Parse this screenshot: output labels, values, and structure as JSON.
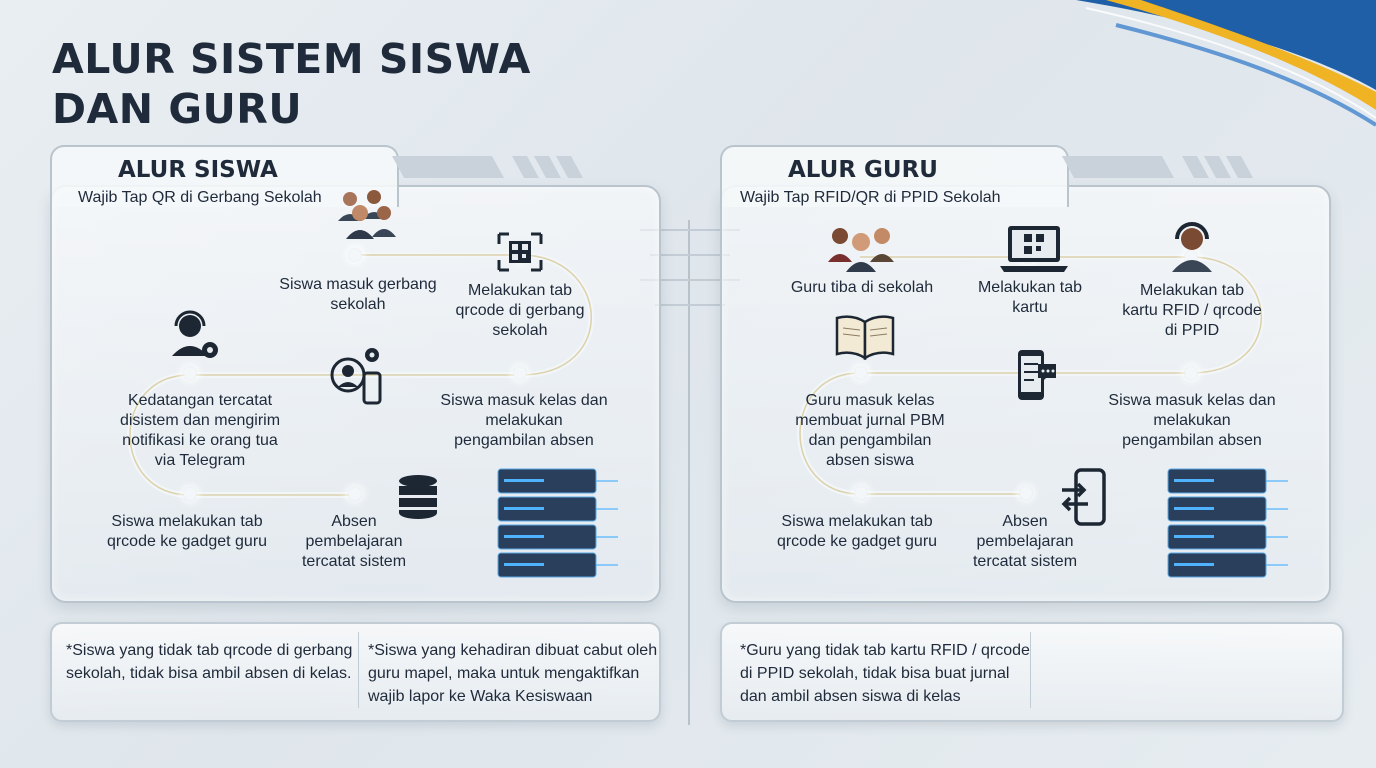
{
  "title": [
    "ALUR SISTEM SISWA",
    "DAN GURU"
  ],
  "siswa": {
    "heading": "ALUR SISWA",
    "subtitle": "Wajib Tap QR di Gerbang Sekolah",
    "steps": {
      "masuk_gerbang": [
        "Siswa masuk gerbang",
        "sekolah"
      ],
      "tab_qrcode": [
        "Melakukan tab",
        "qrcode di gerbang",
        "sekolah"
      ],
      "kedatangan": [
        "Kedatangan tercatat",
        "disistem dan mengirim",
        "notifikasi ke orang tua",
        "via Telegram"
      ],
      "masuk_kelas": [
        "Siswa masuk kelas dan",
        "melakukan",
        "pengambilan absen"
      ],
      "tab_gadget": [
        "Siswa melakukan tab",
        "qrcode ke gadget guru"
      ],
      "absen": [
        "Absen",
        "pembelajaran",
        "tercatat sistem"
      ]
    },
    "notes": [
      [
        "*Siswa yang tidak tab qrcode di gerbang",
        "sekolah, tidak bisa ambil absen di kelas."
      ],
      [
        "*Siswa yang kehadiran dibuat cabut oleh",
        "guru mapel, maka untuk mengaktifkan",
        "wajib lapor ke Waka Kesiswaan"
      ]
    ]
  },
  "guru": {
    "heading": "ALUR GURU",
    "subtitle": "Wajib Tap RFID/QR di PPID Sekolah",
    "steps": {
      "tiba": [
        "Guru tiba di sekolah"
      ],
      "tab_kartu": [
        "Melakukan tab",
        "kartu"
      ],
      "tab_rfid": [
        "Melakukan tab",
        "kartu RFID / qrcode",
        "di PPID"
      ],
      "jurnal": [
        "Guru masuk kelas",
        "membuat jurnal PBM",
        "dan pengambilan",
        "absen siswa"
      ],
      "masuk_kelas": [
        "Siswa masuk kelas dan",
        "melakukan",
        "pengambilan absen"
      ],
      "tab_gadget": [
        "Siswa melakukan tab",
        "qrcode ke gadget guru"
      ],
      "absen": [
        "Absen",
        "pembelajaran",
        "tercatat sistem"
      ]
    },
    "notes": [
      [
        "*Guru yang tidak tab kartu RFID / qrcode",
        "di PPID sekolah, tidak bisa buat jurnal",
        "dan ambil absen siswa di kelas"
      ]
    ]
  },
  "colors": {
    "accent_blue": "#1f5fa8",
    "accent_gold": "#f0b323",
    "title": "#1f2a3a",
    "glow": "#4fb3ff"
  },
  "icons": [
    "students-icon",
    "qr-scanner-icon",
    "operator-gear-icon",
    "user-phone-gear-icon",
    "database-icon",
    "server-rack-icon",
    "teachers-icon",
    "laptop-qr-icon",
    "headset-operator-icon",
    "open-book-icon",
    "phone-chat-icon",
    "phone-transfer-icon"
  ]
}
